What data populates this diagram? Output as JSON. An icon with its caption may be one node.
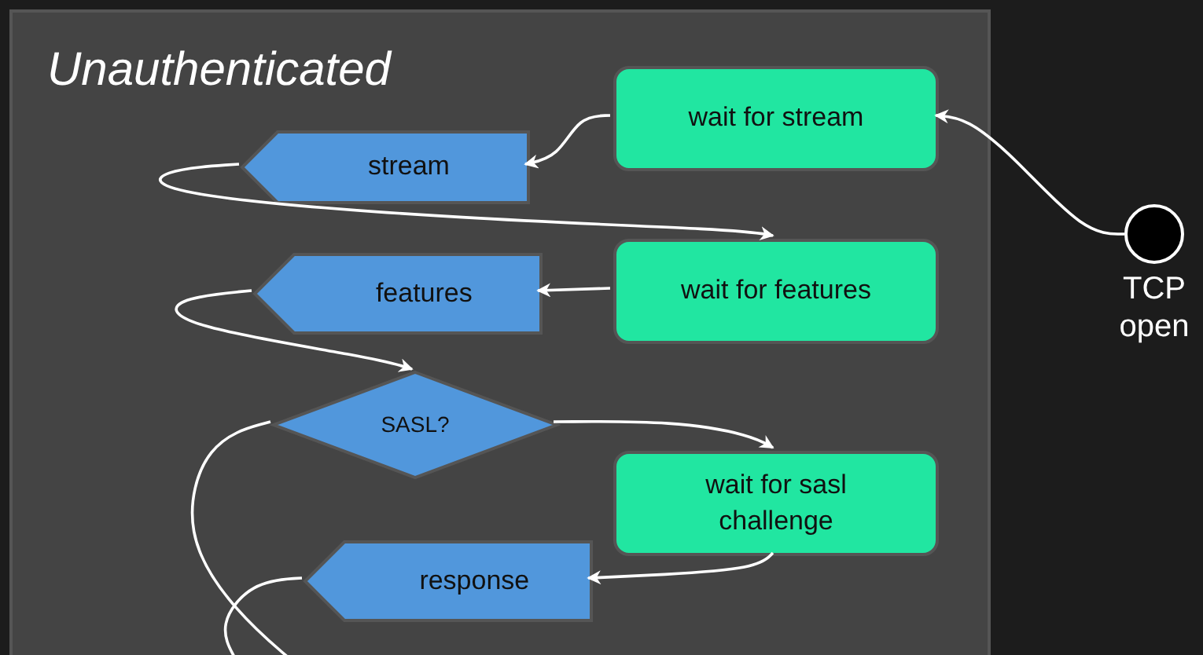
{
  "diagram": {
    "nodes": [
      {
        "text": [
          "Unauthenticated"
        ]
      },
      {
        "text": [
          "wait for stream"
        ],
        "in": 0
      },
      {
        "text": [
          "stream"
        ],
        "in": 0
      },
      {
        "text": [
          "wait for features"
        ],
        "in": 0
      },
      {
        "text": [
          "features"
        ],
        "in": 0
      },
      {
        "text": [
          "SASL?"
        ],
        "in": 0
      },
      {
        "text": [
          "wait for sasl challenge"
        ],
        "in": 0
      },
      {
        "text": [
          "response"
        ],
        "in": 0
      },
      {
        "text": [],
        "shape": "circle",
        "beside": [
          "TCP open"
        ]
      }
    ],
    "edges": [
      {
        "from": 8,
        "to": 1,
        "arrow": "to"
      },
      {
        "from": 1,
        "to": 2,
        "arrow": "to"
      },
      {
        "from": 2,
        "to": 3,
        "arrow": "to"
      },
      {
        "from": 3,
        "to": 4,
        "arrow": "to"
      },
      {
        "from": 4,
        "to": 5,
        "arrow": "to"
      },
      {
        "from": 5,
        "to": 6,
        "arrow": "to"
      },
      {
        "from": 6,
        "to": 7,
        "arrow": "to"
      },
      {
        "from": 5,
        "to": null,
        "arrow": "none"
      },
      {
        "from": 7,
        "to": null,
        "arrow": "none"
      }
    ]
  }
}
